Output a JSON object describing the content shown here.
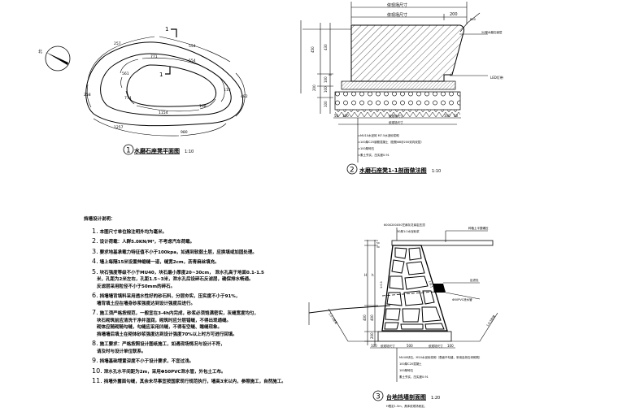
{
  "plan": {
    "title": "水磨石座凳平面图",
    "number": "1",
    "scale": "1:10",
    "section_mark": "1",
    "north_label": "北",
    "dims_outer": [
      "257",
      "554",
      "482",
      "258",
      "1257",
      "980"
    ],
    "dims_inner": [
      "771",
      "554",
      "113",
      "108",
      "1154",
      "774",
      "561"
    ]
  },
  "section1": {
    "title": "水磨石座凳1-1剖面做法图",
    "number": "2",
    "scale": "1:10",
    "top_dims": [
      "依现场尺寸",
      "依现场尺寸",
      "200"
    ],
    "radius": "R50",
    "left_dims": [
      "450",
      "430",
      "200",
      "100",
      "100",
      "100",
      "20"
    ],
    "bottom_dims": [
      "50",
      "100",
      "依现场尺寸",
      "100",
      "50",
      "依现场尺寸"
    ],
    "labels_right": [
      "20厚水磨石面层",
      "LED灯带"
    ],
    "layers": [
      "MU10水泥砖 M7.5水泥砂浆砌",
      "100厚C25钢筋混凝土（配筋Φ8@200双向双层）",
      "100厚碎石",
      "素土夯实，压实度0.91"
    ]
  },
  "notes": {
    "heading": "挡墙设计说明：",
    "items": [
      {
        "n": "1.",
        "text": "本图尺寸单位除注明外均为毫米。"
      },
      {
        "n": "2.",
        "text": "设计荷载：人群5.0KN/M²，不考虑汽车荷载。"
      },
      {
        "n": "3.",
        "text": "要求地基承载力特征值不小于100kpa，如遇到软弱土层，应换填或加固处理。"
      },
      {
        "n": "4.",
        "text": "墙上每隔15米设置伸缩缝一道，缝宽2cm，沥青麻丝填充。"
      },
      {
        "n": "5.",
        "text": "块石强度等级不小于MU40，块石最小厚度20~30cm，   泄水孔高于地面0.1-1.5",
        "cont": [
          "米，孔距为2米左右，孔距1.5~3米，泄水孔后设碎石反滤层，确保排水畅通。",
          "反滤层采用粒径不小于50mm的碎石。"
        ]
      },
      {
        "n": "6.",
        "text": "挡墙墙背填料采用透水性好的砂石料，分层夯实，压实度不小于91%，",
        "cont": [
          "墙背填土应在墙身砂浆强度达到设计强度后进行。"
        ]
      },
      {
        "n": "7.",
        "text": "施工须严格按规范，一般宜在3-4h内完成，砂浆必须饱满密实，灰缝宽度均匀，",
        "cont": [
          "块石砌筑前应清洗干净并湿润，砌筑时应分层错缝，不得出现通缝。",
          "砌体应随砌随勾缝，勾缝应采用凹缝，不得有空缝、瞎缝现象。",
          "挡墙墙后填土在砌体砂浆强度达到设计强度70%以上时方可进行回填。"
        ]
      },
      {
        "n": "8.",
        "text": "施工要求：严格按照设计图纸施工，如遇现场情况与设计不符，",
        "cont": [
          "请及时与设计单位联系。"
        ]
      },
      {
        "n": "9.",
        "text": "挡墙基础埋置深度不小于设计要求，不宜过浅。"
      },
      {
        "n": "10.",
        "text": "泄水孔水平间距为2m，采用Φ50PVC泄水管，外包土工布。"
      },
      {
        "n": "11.",
        "text": "挡墙外露面勾缝，其余未尽事宜按国家现行规范执行，墙高3米以内，参照施工，自然施工。"
      }
    ]
  },
  "section3": {
    "title": "台地挡墙剖面图",
    "number": "3",
    "scale": "1:20",
    "footnote": "H限定1.5m，具体依现场而定。",
    "top_labels": [
      "600X200X50芝麻灰花岗岩压顶",
      "30厚1:2水泥砂浆"
    ],
    "label_right_top": "种植土平整碾压",
    "label_drain": "反滤包",
    "label_pipe": "Φ50PVC泄水管",
    "dims_left": [
      "50",
      "30",
      "H",
      "h",
      "400",
      "400",
      "200"
    ],
    "slope": "1:0.1",
    "bottom_dims": [
      "100",
      "依现场尺寸",
      "500",
      "依现场尺寸",
      "100"
    ],
    "slope_labels": [
      "1:0.5放坡",
      "1:0.5放坡"
    ],
    "layers": [
      "MU40块石，M10水泥砂浆砌（表面不勾缝，采用自然石块砌筑）",
      "100厚C20混凝土",
      "100厚碎石",
      "素土夯实，压实度0.91"
    ]
  }
}
